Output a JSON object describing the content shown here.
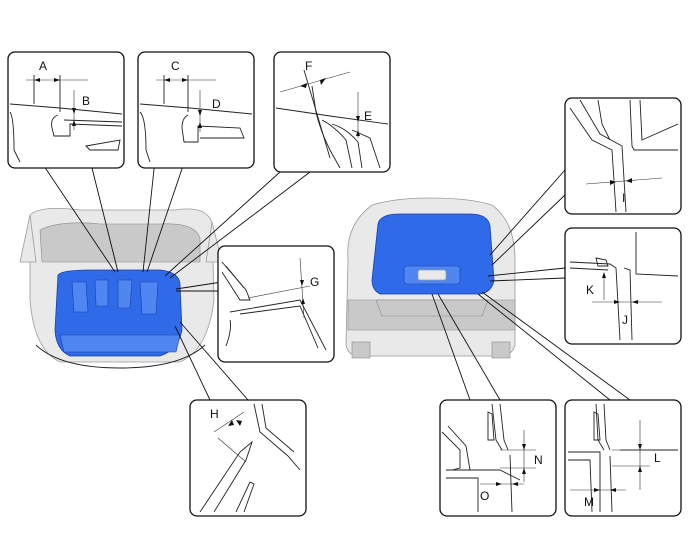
{
  "labels": {
    "A": "A",
    "B": "B",
    "C": "C",
    "D": "D",
    "E": "E",
    "F": "F",
    "G": "G",
    "H": "H",
    "I": "I",
    "J": "J",
    "K": "K",
    "L": "L",
    "M": "M",
    "N": "N",
    "O": "O"
  },
  "colors": {
    "highlight": "#2f6be8",
    "highlight_edge": "#1a3fa8",
    "car_body": "#e9e9e9",
    "line": "#111111"
  }
}
